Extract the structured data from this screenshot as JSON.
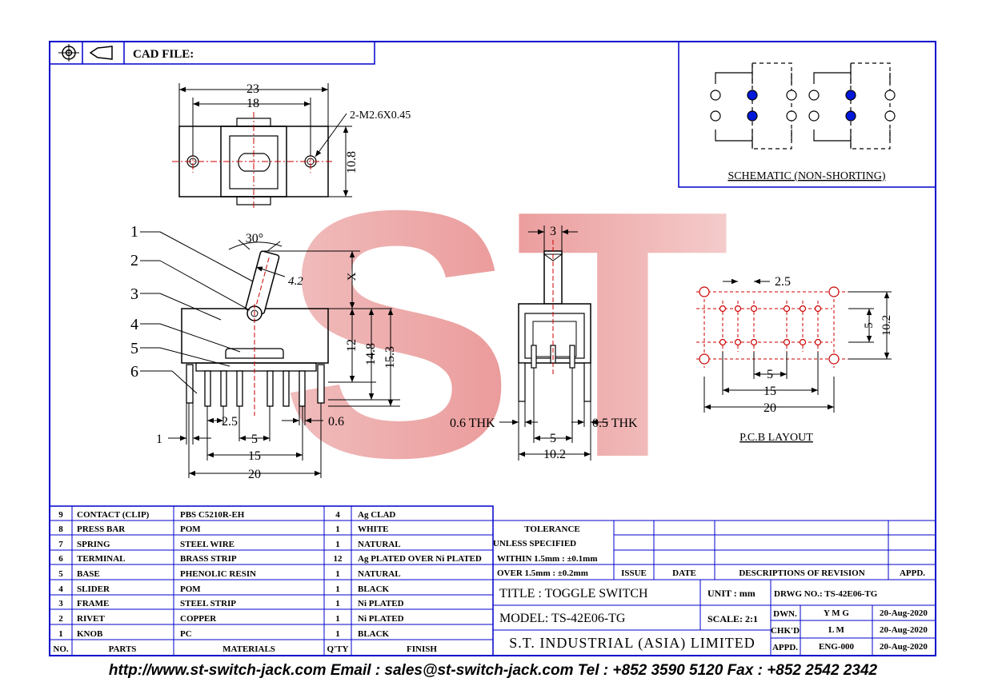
{
  "header": {
    "cad_file_label": "CAD FILE:"
  },
  "schematic": {
    "title": "SCHEMATIC (NON-SHORTING)"
  },
  "top_view": {
    "dim_23": "23",
    "dim_18": "18",
    "dim_10_8": "10.8",
    "thread_callout": "2-M2.6X0.45"
  },
  "side_view": {
    "callouts": [
      "1",
      "2",
      "3",
      "4",
      "5",
      "6"
    ],
    "angle": "30°",
    "dim_4_2": "4.2",
    "dim_x": "X",
    "dim_12": "12",
    "dim_14_8": "14.8",
    "dim_15_3": "15.3",
    "dim_2_5": "2.5",
    "dim_5": "5",
    "dim_15": "15",
    "dim_20": "20",
    "dim_1": "1",
    "dim_0_6": "0.6"
  },
  "end_view": {
    "dim_3": "3",
    "dim_0_6_thk": "0.6 THK",
    "dim_0_5_thk": "0.5 THK",
    "dim_5": "5",
    "dim_10_2": "10.2"
  },
  "pcb": {
    "title": "P.C.B LAYOUT",
    "dim_2_5": "2.5",
    "dim_5v": "5",
    "dim_10_2": "10.2",
    "dim_5h": "5",
    "dim_15": "15",
    "dim_20": "20"
  },
  "watermark": {
    "text": "ST"
  },
  "bom": {
    "headers": {
      "no": "NO.",
      "parts": "PARTS",
      "materials": "MATERIALS",
      "qty": "Q'TY",
      "finish": "FINISH"
    },
    "rows": [
      {
        "no": "9",
        "part": "CONTACT (CLIP)",
        "material": "PBS C5210R-EH",
        "qty": "4",
        "finish": "Ag CLAD"
      },
      {
        "no": "8",
        "part": "PRESS BAR",
        "material": "POM",
        "qty": "1",
        "finish": "WHITE"
      },
      {
        "no": "7",
        "part": "SPRING",
        "material": "STEEL WIRE",
        "qty": "1",
        "finish": "NATURAL"
      },
      {
        "no": "6",
        "part": "TERMINAL",
        "material": "BRASS STRIP",
        "qty": "12",
        "finish": "Ag PLATED OVER Ni PLATED"
      },
      {
        "no": "5",
        "part": "BASE",
        "material": "PHENOLIC RESIN",
        "qty": "1",
        "finish": "NATURAL"
      },
      {
        "no": "4",
        "part": "SLIDER",
        "material": "POM",
        "qty": "1",
        "finish": "BLACK"
      },
      {
        "no": "3",
        "part": "FRAME",
        "material": "STEEL STRIP",
        "qty": "1",
        "finish": "Ni PLATED"
      },
      {
        "no": "2",
        "part": "RIVET",
        "material": "COPPER",
        "qty": "1",
        "finish": "Ni PLATED"
      },
      {
        "no": "1",
        "part": "KNOB",
        "material": "PC",
        "qty": "1",
        "finish": "BLACK"
      }
    ]
  },
  "tolerance": {
    "line1": "TOLERANCE",
    "line2": "UNLESS  SPECIFIED",
    "line3": "WITHIN 1.5mm : ±0.1mm",
    "line4": "OVER 1.5mm  : ±0.2mm"
  },
  "revision": {
    "issue": "ISSUE",
    "date": "DATE",
    "descriptions": "DESCRIPTIONS OF REVISION",
    "appd": "APPD."
  },
  "title_block": {
    "title": "TITLE : TOGGLE SWITCH",
    "unit": "UNIT :  mm",
    "drwg_no": "DRWG NO.: TS-42E06-TG",
    "model": "MODEL: TS-42E06-TG",
    "scale": "SCALE:  2:1",
    "dwn_label": "DWN.",
    "dwn_name": "Y M G",
    "dwn_date": "20-Aug-2020",
    "chkd_label": "CHK'D",
    "chkd_name": "L M",
    "chkd_date": "20-Aug-2020",
    "appd_label": "APPD.",
    "appd_name": "ENG-000",
    "appd_date": "20-Aug-2020",
    "company": "S.T. INDUSTRIAL (ASIA) LIMITED"
  },
  "footer": {
    "text": "http://www.st-switch-jack.com  Email : sales@st-switch-jack.com  Tel : +852 3590 5120  Fax : +852 2542 2342"
  },
  "colors": {
    "frame": "#0000cc",
    "dimension": "#cc0000",
    "watermark": "#e79a9a",
    "node_fill": "#0018d8"
  }
}
